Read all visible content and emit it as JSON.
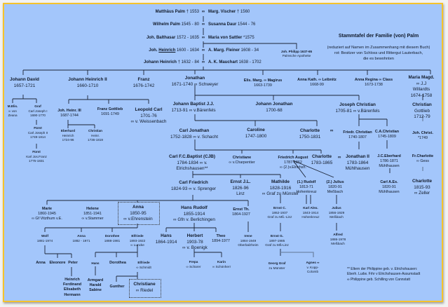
{
  "header": {
    "title": "Stammtafel der Familie (von) Palm",
    "subtitle": "(reduziert auf Namen im Zusammenhang mit diesem Buch)\nrot: Besitzer von Schloss und Rittergut Lauterbach,\ndie es bewohnten"
  },
  "ancestors": [
    {
      "name": "Matthäus Palm",
      "dates_left": " † 1553",
      "marriage": "∞",
      "spouse": "Marg. Vischer",
      "dates_right": " † 1560"
    },
    {
      "name": "Wilhelm Palm",
      "dates_left": " 1545 - 80",
      "marriage": "∞",
      "spouse": "Susanna Daur",
      "dates_right": " 1544 - 76"
    },
    {
      "name": "Joh. Balthasar",
      "dates_left": " 1572 - 1635",
      "marriage": "∞",
      "spouse": "Maria von Sattler",
      "dates_right": " *1575"
    },
    {
      "name_prefix": "Joh. ",
      "name": "Heinrich",
      "dates_left": " 1600 - 1634",
      "marriage": "∞",
      "spouse": "A. Marg. Fleiner",
      "dates_right": " 1608 - 34"
    },
    {
      "name": "Johann Heinrich",
      "dates_left": " † 1632 - 84",
      "marriage": "∞",
      "spouse": "A. K. Mauchart",
      "dates_right": " 1638 - 1702"
    }
  ],
  "persons": {
    "philipp": "Joh. Philipp 1637-65\nPalmsche Apotheke",
    "johann_david": "Johann David\n1657-1721",
    "johann_heinrich_ii": "Johann Heinrich II\n1660-1710",
    "franz": "Franz\n1676-1742",
    "jonathan": "Jonathan\n1671-1740 ∞ Schweyer",
    "elis_marg": "Elis. Marg. ∞ Magirus\n1663-1739",
    "anna_kath": "Anna Kath. ∞ Leibnitz\n1668-99",
    "anna_regina": "Anna Regina ∞ Class\n1673-1738",
    "maria_magd": "Maria Magd.\n∞ J.J Willardts\n1674-1758",
    "m_elis": "M.Elis.\n∞ von\nZeana",
    "carl_joseph_i": "Graf\nCarl Joseph I\n1690-1770",
    "carl_joseph_ii": "Fürst\nCarl Joseph II\n1749-1814",
    "karl_jos_franz": "Fürst\nKarl Jos.Franz\n1775-1831",
    "joh_heinr_iii": "Joh. Heinr. III\n1687-1744",
    "franz_gottlieb": "Franz Gottlieb\n1691-1749",
    "leopold_carl": "Leopold Carl\n1701-76\n∞ v. Weissenbach",
    "eberhard_heinrich": "Eberhard\nHeinrich\n1724-96",
    "christian_heinr": "Christian\nHeinr.\n1736-1819",
    "johann_baptist": "Johann Baptist J.J.\n1713-91 ∞ v.Bärenfels",
    "johann_jonathan": "Johann Jonathan\n1700-68",
    "joseph_christian": "Joseph Christian\n1705-81 ∞ v.Bärenfels",
    "christian_gottlieb": "Christian Gottlieb\n1712-79",
    "carl_jonathan": "Carl Jonathan\n1752-1828 ∞ v. Schacht",
    "caroline": "Caroline\n1747-1800",
    "charlotte_1750": "Charlotte\n1750-1831",
    "marriage_sign_1": "∞",
    "friedr_christian": "Friedr. Christian\n1740-1807",
    "ca_christian": "C.A.Christian\n1745-1809",
    "joh_christ": "Joh. Christ.\n*1749",
    "carl_fc_baptist": "Carl F.C.Baptist (CJB)\n1784-1834 ∞ v.\nElrichshausen**",
    "christiane_charpentier": "Christiane\n∞ v.Charpentier",
    "friedrich_august": "Friedrich August\n1787-1862\n∞ (2.)v.Elrichsh.",
    "charlotte_1783": "Charlotte\n1783-1865",
    "marriage_sign_2": "∞",
    "jonathan_ii": "Jonathan II\n1783-1864\nMühlhausen",
    "jc_eberhard": "J.C.Eberhard\n1786-1871\nMühlhausen",
    "fr_charlotte": "Fr.Charlotte\n∞ Gess",
    "carl_friedrich": "Carl Friedrich\n1824-93 ∞ v. Sprenger",
    "ernst_jl": "Ernst J.L.\n1826-96\nLinz",
    "mathilde": "Mathilde\n1828-1916\n∞ Graf zu Münster",
    "rudolf": "(1.) Rudolf\n1813-71\nHohenkreuz",
    "julius_1820": "(2.) Julius\n1820-91\nMeßbach",
    "carl_a_es": "Carl A.Es.\n1820-91\nMühlhausen",
    "charlotte_1815": "Charlotte\n1815-93\n∞ Zeller",
    "marie": "Marie\n1860-1945\n∞ Gf Vitzthum v.E.",
    "helene": "Helene\n1851-1941\n∞ v.Stammer",
    "anna_1850": "Anna\n1850-95\n∞ v.Ehrenstein",
    "hans_rudolf": "Hans Rudolf\n1855-1914\n∞ Gfn v. Berlichingen",
    "ernst_th": "Ernst Th.\n1864-1927",
    "ernst_c": "Ernst C.\n1862-1937\nGraf zu Mß.-Linz",
    "karl_alex": "Karl Alex.\n1843-1914\nHohenkreuz",
    "julius_1856": "Julius\n1856-1929\nMeßbach",
    "alfred": "Alfred\n1886-1978\nMeßbach",
    "wolf": "Wolf\n1881-1974",
    "anna_1882": "Anna\n1882 - 1971",
    "dorothee": "Dorothee\n1888-1981",
    "elfriede_luncke": "Elfriede\n1893-1922\n∞ Luncke",
    "hans_1864": "Hans\n1864-1914",
    "herbert": "Herbert\n1903-78\n∞ v. Boenigk",
    "theo": "Theo\n1894-1977",
    "irene": "Irene\n1884-1949\nOberbalzheim",
    "ernst_g": "Ernst G.\n1897-1985\nGraf zu Mß-Linz",
    "anna_wolf": "Anna",
    "eleonore": "Eleonore",
    "peter": "Peter",
    "hans_luncke": "Hans",
    "dorothea": "Dorothea",
    "elfriede_schmidt": "Elfriede\n∞ Schmidt",
    "frepa": "Frepa\n∞ Scharer",
    "karin": "Karin\n∞ Schönherr",
    "georg_graf": "Georg Graf\nzu Münster",
    "agnes": "Agnes ∞\nv. Kopp-\nColomb",
    "peter_children": "Heinrich\nFerdinand\nElisabeth\nHermann",
    "hans_children": "Armgard\nHarald\nSabine",
    "gunther": "Gunther",
    "christiane_riedel": "Christiane\n∞ Riedel"
  },
  "footnote": "** Eltern der Philippine geb. v. Elrichshausen:\nEberh. Ludw. Frhr v Elrichshausen-Assumstadt\n∞ Philippine geb. Schilling von Cannstatt",
  "colors": {
    "background": "#a3c6fb",
    "border": "#f5c32b",
    "lines": "#1b2436",
    "light_lines": "#6f86a8"
  }
}
